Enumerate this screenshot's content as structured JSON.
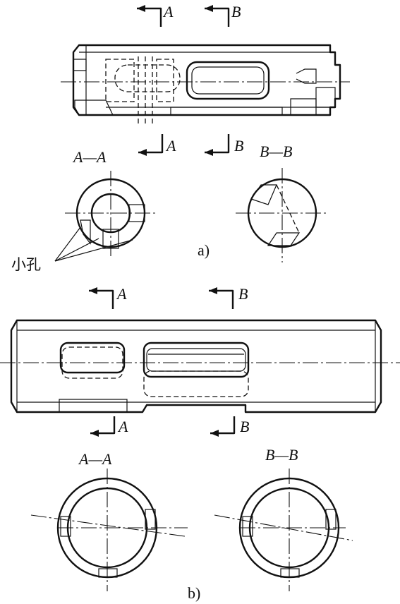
{
  "labels": {
    "a": {
      "cut_a_top": "A",
      "cut_b_top": "B",
      "cut_a_bottom": "A",
      "cut_b_bottom": "B",
      "section_a": "A—A",
      "section_b": "B—B",
      "holes": "小孔",
      "caption": "a)"
    },
    "b": {
      "cut_a_top": "A",
      "cut_b_top": "B",
      "cut_a_bottom": "A",
      "cut_b_bottom": "B",
      "section_a": "A—A",
      "section_b": "B—B",
      "caption": "b)"
    }
  }
}
